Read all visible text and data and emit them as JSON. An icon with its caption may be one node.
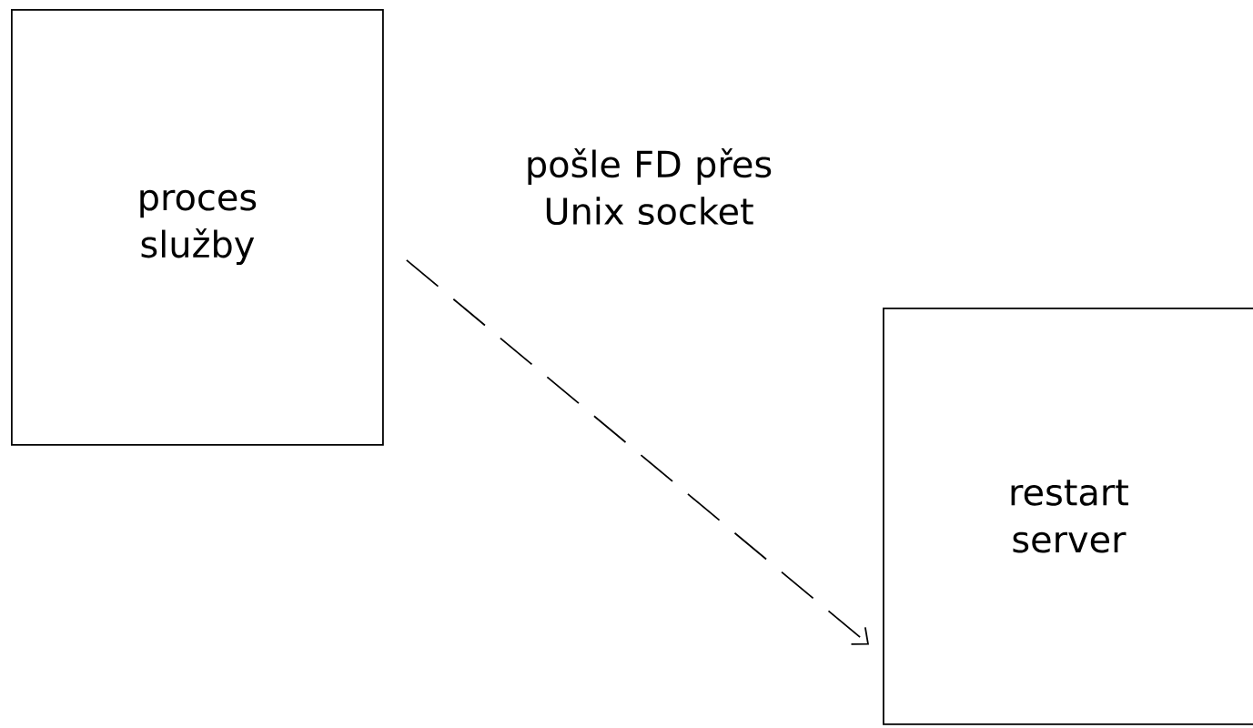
{
  "diagram": {
    "nodes": [
      {
        "text": [
          "proces služby"
        ]
      },
      {
        "text": [
          "restart server"
        ]
      }
    ],
    "edges": [
      {
        "from": 0,
        "to": 1,
        "arrow": "to",
        "style": "dashed",
        "label": "pošle FD přes Unix socket"
      }
    ]
  }
}
